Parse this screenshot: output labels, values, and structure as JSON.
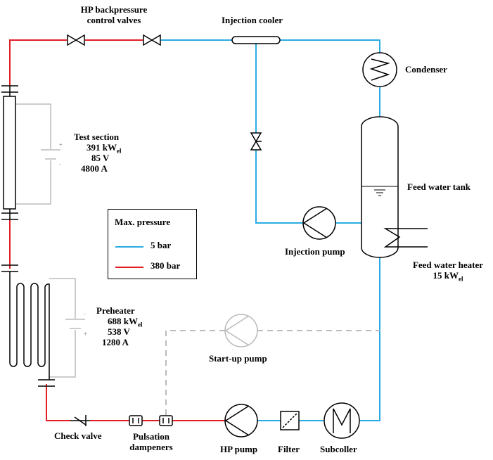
{
  "colors": {
    "low_pressure": "#29abe2",
    "high_pressure": "#e21e26",
    "startup_line": "#bbbbbb",
    "electrical": "#bbbbbb"
  },
  "labels": {
    "hp_valves": [
      "HP backpressure",
      "control valves"
    ],
    "injection_cooler": "Injection cooler",
    "condenser": "Condenser",
    "test_section": {
      "title": "Test section",
      "power_value": "391 kW",
      "power_sub": "el",
      "voltage": "85 V",
      "current": "4800 A"
    },
    "feed_water_tank": "Feed water tank",
    "injection_pump": "Injection pump",
    "feed_water_heater": {
      "title": "Feed water heater",
      "power_value": "15 kW",
      "power_sub": "el"
    },
    "preheater": {
      "title": "Preheater",
      "power_value": "688 kW",
      "power_sub": "el",
      "voltage": "538 V",
      "current": "1280 A"
    },
    "startup_pump": "Start-up pump",
    "check_valve": "Check valve",
    "pulsation_dampeners": [
      "Pulsation",
      "dampeners"
    ],
    "hp_pump": "HP pump",
    "filter": "Filter",
    "subcooler": "Subcoller"
  },
  "legend": {
    "title": "Max. pressure",
    "items": [
      {
        "label": "5 bar",
        "color": "#29abe2"
      },
      {
        "label": "380 bar",
        "color": "#e21e26"
      }
    ]
  }
}
